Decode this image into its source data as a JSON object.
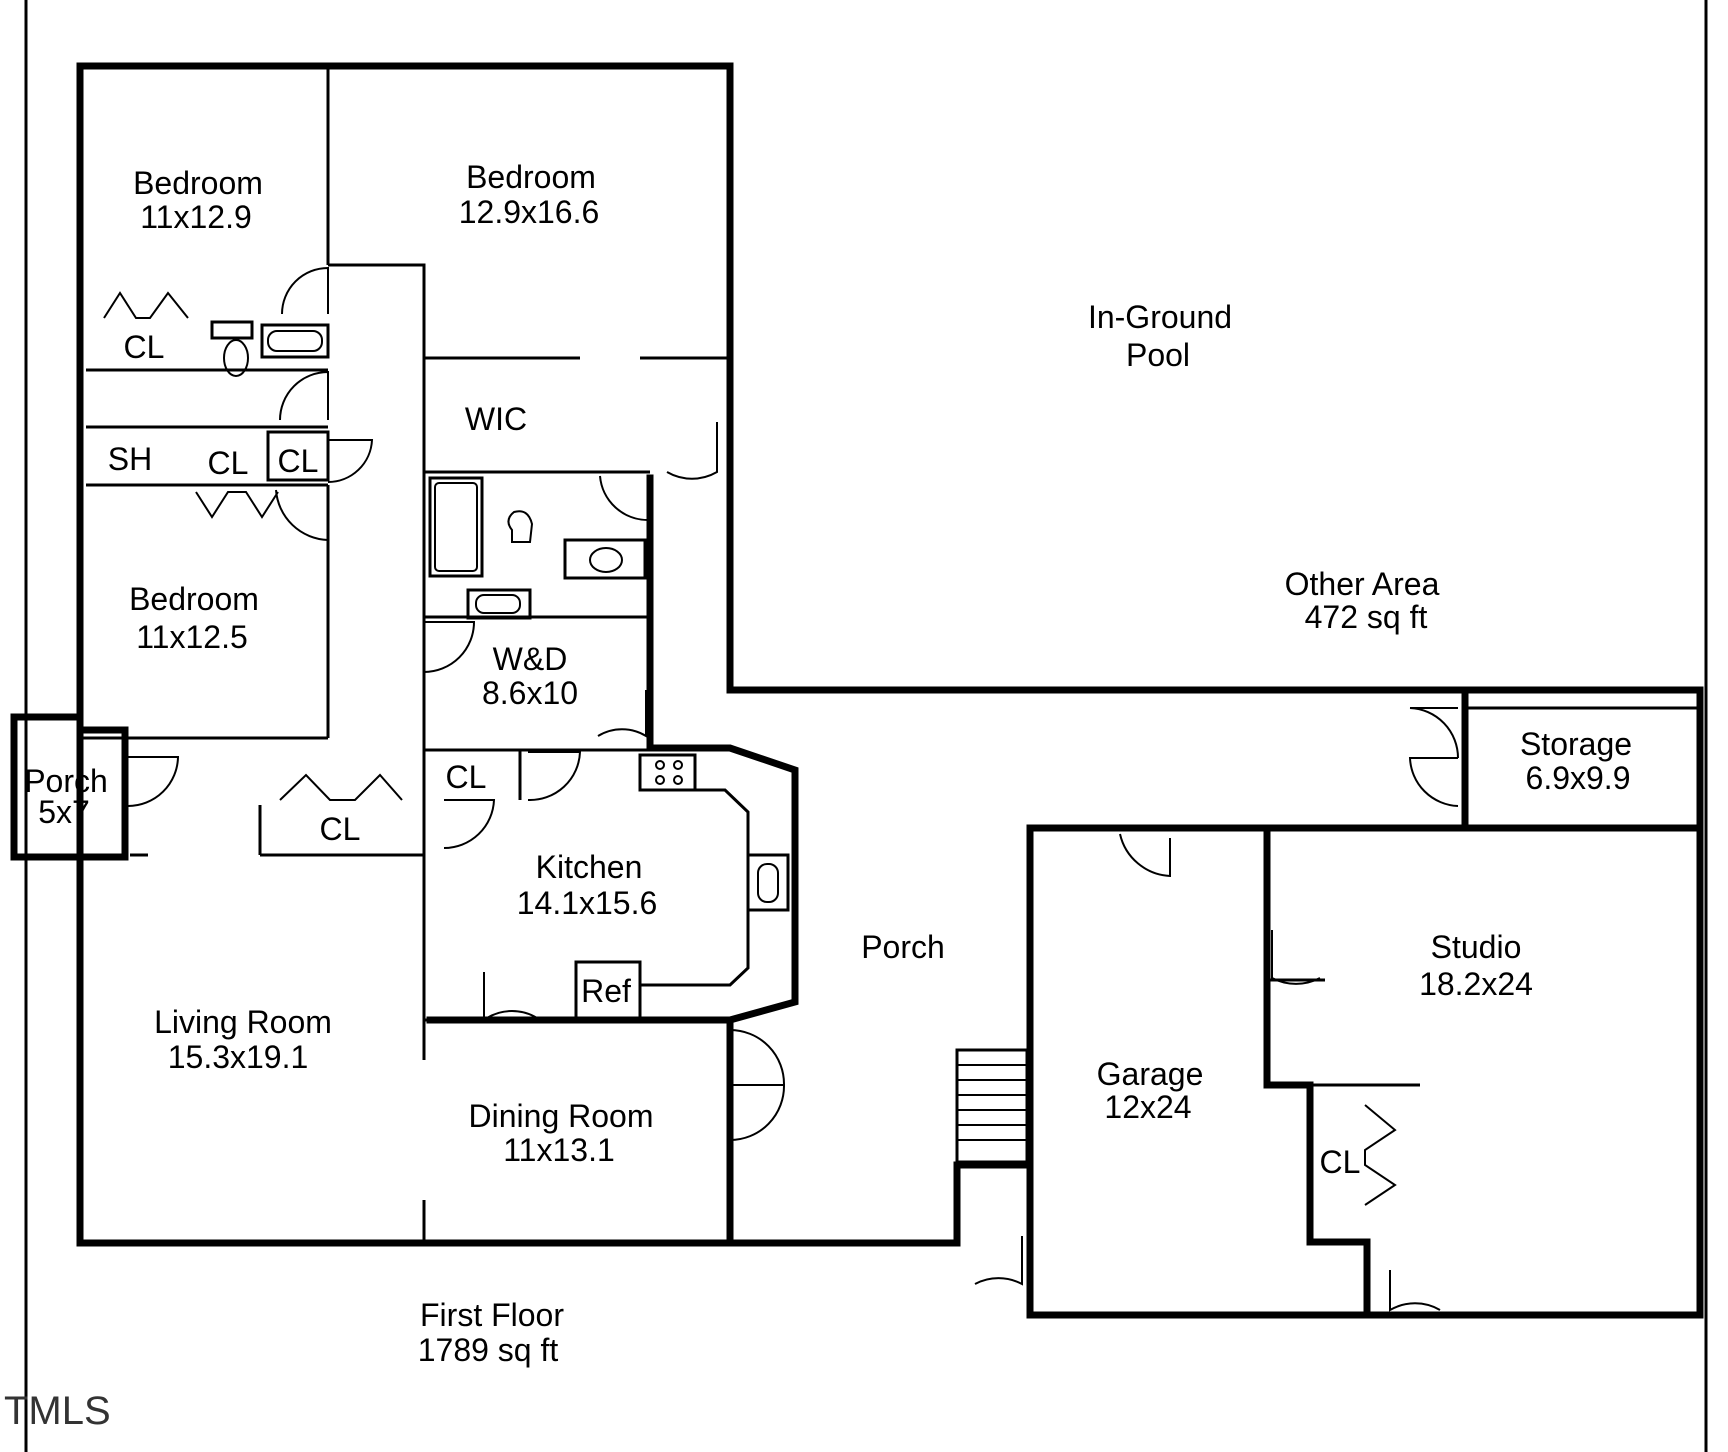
{
  "rooms": {
    "bedroom_nw": {
      "name": "Bedroom",
      "dim": "11x12.9"
    },
    "bedroom_n": {
      "name": "Bedroom",
      "dim": "12.9x16.6"
    },
    "pool": {
      "line1": "In-Ground",
      "line2": "Pool"
    },
    "wic": {
      "name": "WIC"
    },
    "sh": {
      "name": "SH"
    },
    "cl_1": {
      "name": "CL"
    },
    "cl_2": {
      "name": "CL"
    },
    "cl_3": {
      "name": "CL"
    },
    "cl_4": {
      "name": "CL"
    },
    "cl_5": {
      "name": "CL"
    },
    "cl_6": {
      "name": "CL"
    },
    "bedroom_w": {
      "name": "Bedroom",
      "dim": "11x12.5"
    },
    "wd": {
      "name": "W&D",
      "dim": "8.6x10"
    },
    "other_area": {
      "name": "Other Area",
      "dim": "472 sq ft"
    },
    "porch_small": {
      "name": "Porch",
      "dim": "5x7"
    },
    "storage": {
      "name": "Storage",
      "dim": "6.9x9.9"
    },
    "kitchen": {
      "name": "Kitchen",
      "dim": "14.1x15.6"
    },
    "ref": {
      "name": "Ref"
    },
    "porch_main": {
      "name": "Porch"
    },
    "studio": {
      "name": "Studio",
      "dim": "18.2x24"
    },
    "living": {
      "name": "Living Room",
      "dim": "15.3x19.1"
    },
    "garage": {
      "name": "Garage",
      "dim": "12x24"
    },
    "dining": {
      "name": "Dining Room",
      "dim": "11x13.1"
    }
  },
  "floor": {
    "name": "First Floor",
    "area": "1789 sq ft"
  },
  "watermark": "TMLS"
}
